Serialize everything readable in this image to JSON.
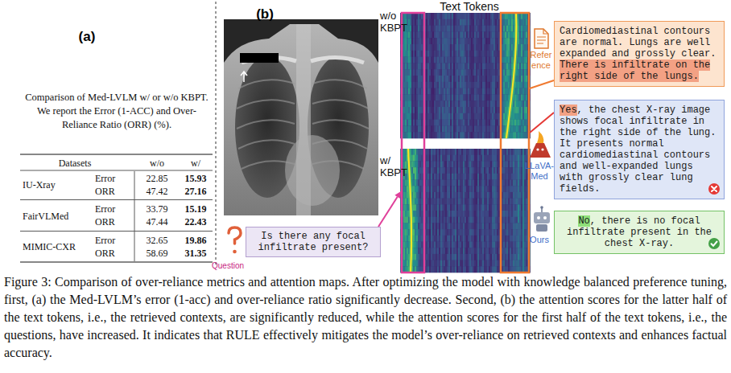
{
  "diagram": {
    "caption": "Figure 3: Comparison of over-reliance metrics and attention maps. After optimizing the model with knowledge balanced preference tuning, first, (a) the Med-LVLM’s error (1-acc) and over-reliance ratio significantly decrease. Second, (b) the attention scores for the latter half of the text tokens, i.e., the retrieved contexts, are significantly reduced, while the attention scores for the first half of the text tokens, i.e., the questions, have increased. It indicates that RULE effectively mitigates the model’s over-reliance on retrieved contexts and enhances factual accuracy.",
    "nodes": [
      {
        "text": [
          "Is there any focal infiltrate present?"
        ]
      },
      {
        "text": [
          "Cardiomediastinal contours are normal. Lungs are well expanded and grossly clear.",
          "There is infiltrate on the right side of the lungs."
        ]
      },
      {
        "text": [
          "Yes",
          ", the chest X-ray image shows focal infiltrate in the right side of the lung. It presents normal cardiomediastinal contours and well-expanded lungs with grossly clear lung fields."
        ]
      },
      {
        "text": [
          "No",
          ", there is no focal infiltrate present in the chest X-ray."
        ]
      }
    ],
    "labels": [
      "(a)",
      "Comparison of Med-LVLM w/ or w/o KBPT. We report the Error (1-ACC) and Over-Reliance Ratio (ORR) (%).",
      "Datasets",
      "w/o",
      "w/",
      "IU-Xray",
      "Error",
      "22.85",
      "15.93",
      "ORR",
      "47.42",
      "27.16",
      "FairVLMed",
      "Error",
      "33.79",
      "15.19",
      "ORR",
      "47.44",
      "22.43",
      "MIMIC-CXR",
      "Error",
      "32.65",
      "19.86",
      "ORR",
      "58.69",
      "31.35",
      "(b)",
      "Text Tokens",
      "w/o KBPT",
      "w/ KBPT",
      "Refer ence",
      "LLaVA- Med",
      "Ours",
      "Question"
    ]
  }
}
